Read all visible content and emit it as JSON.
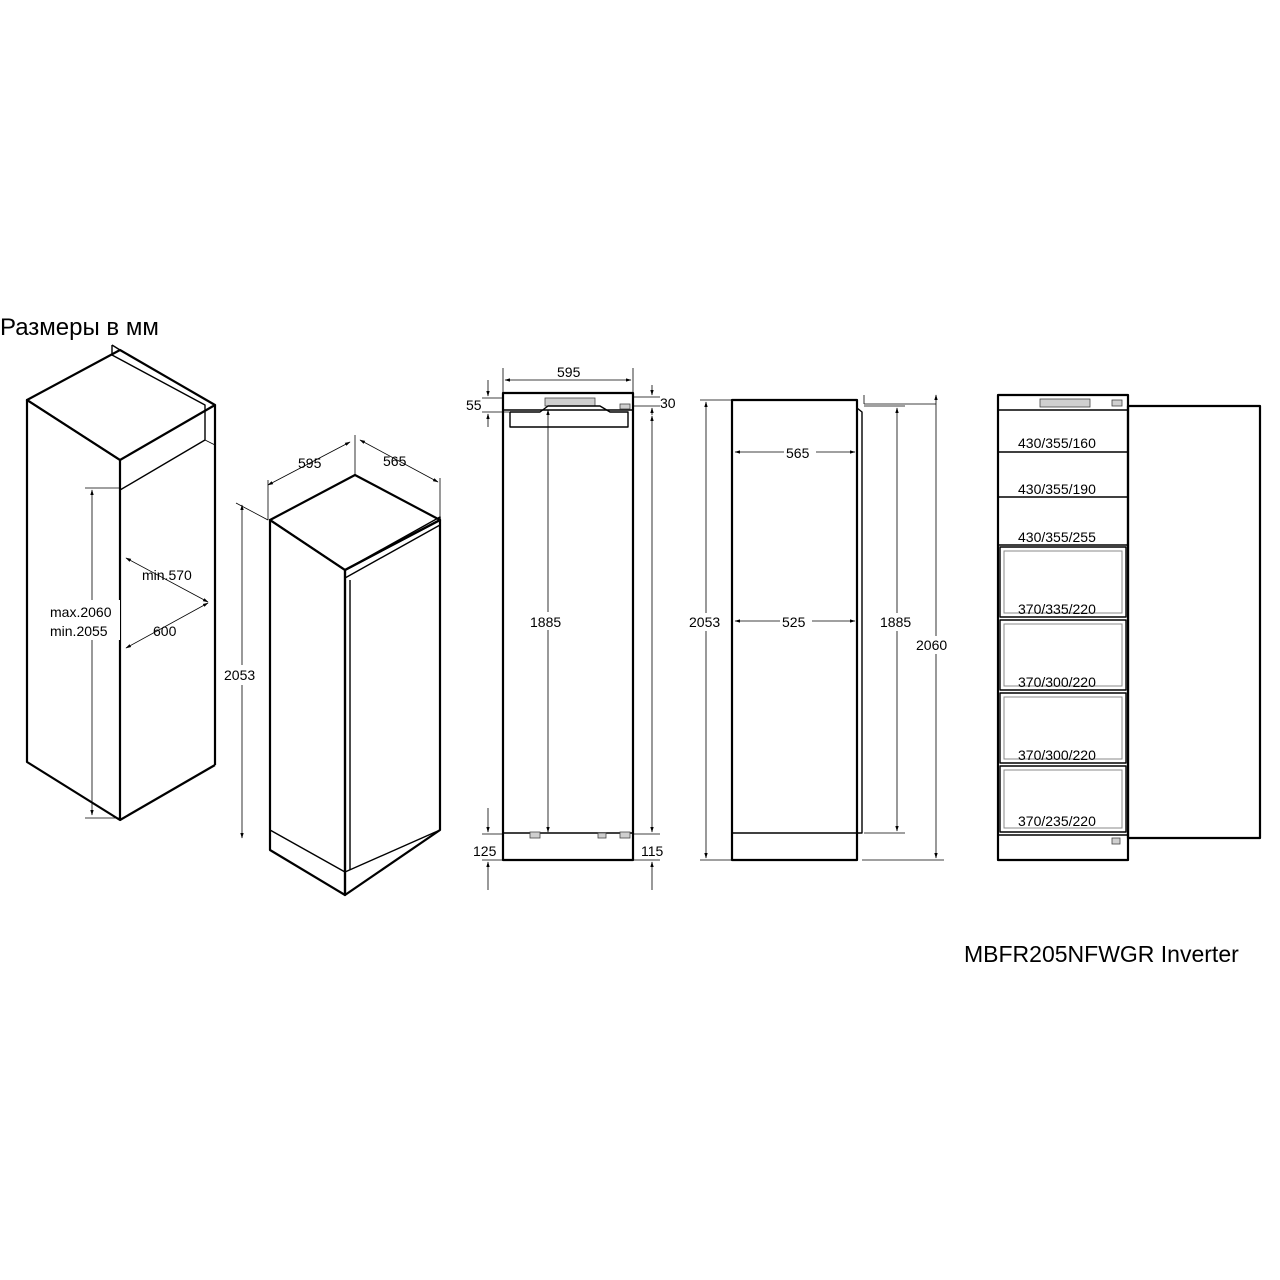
{
  "title": "Размеры в мм",
  "model": "MBFR205NFWGR Inverter",
  "niche": {
    "height_max": "max.2060",
    "height_min": "min.2055",
    "depth_min": "min.570",
    "width": "600"
  },
  "appliance_iso": {
    "width": "595",
    "depth": "565",
    "height": "2053"
  },
  "front_view": {
    "width": "595",
    "top_left": "55",
    "top_right": "30",
    "height": "1885",
    "bottom_left": "125",
    "bottom_right": "115"
  },
  "side_view": {
    "depth_top": "565",
    "depth_mid": "525",
    "height_left": "2053",
    "height_right": "1885",
    "height_total": "2060"
  },
  "shelves": [
    "430/355/160",
    "430/355/190",
    "430/355/255",
    "370/335/220",
    "370/300/220",
    "370/300/220",
    "370/235/220"
  ]
}
